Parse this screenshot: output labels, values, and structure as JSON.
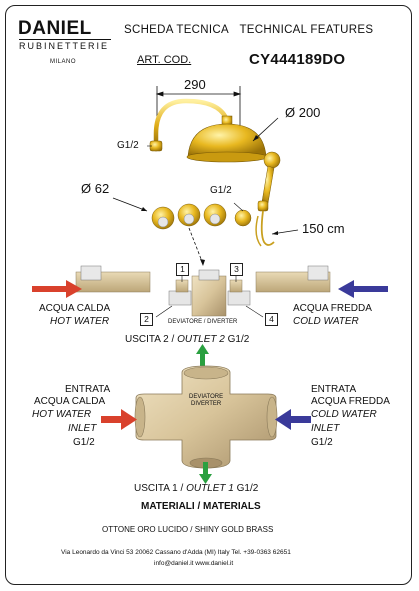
{
  "brand": {
    "name": "DANIEL",
    "sub": "RUBINETTERIE",
    "city": "MILANO"
  },
  "header": {
    "title_it": "SCHEDA TECNICA",
    "title_en": "TECHNICAL FEATURES",
    "art_label": "ART. COD.",
    "art_code": "CY444189DO"
  },
  "dims": {
    "width": "290",
    "head_diam": "Ø 200",
    "knob_diam": "Ø 62",
    "hose": "150 cm",
    "thread1": "G1/2",
    "thread2": "G1/2"
  },
  "hot_label": {
    "it": "ACQUA CALDA",
    "en": "HOT WATER"
  },
  "cold_label": {
    "it": "ACQUA FREDDA",
    "en": "COLD WATER"
  },
  "numbers": [
    "1",
    "2",
    "3",
    "4"
  ],
  "deviator_label": "DEVIATORE / DIVERTER",
  "outlet2": {
    "prefix": "USCITA 2 / ",
    "italic": "OUTLET 2",
    "suffix": "  G1/2"
  },
  "inlet_hot": {
    "l1": "ENTRATA",
    "l2": "ACQUA CALDA",
    "l3": "HOT WATER",
    "l4": "INLET",
    "l5": "G1/2"
  },
  "inlet_cold": {
    "l1": "ENTRATA",
    "l2": "ACQUA FREDDA",
    "l3": "COLD WATER",
    "l4": "INLET",
    "l5": "G1/2"
  },
  "body_label": {
    "l1": "DEVIATORE",
    "l2": "DIVERTER"
  },
  "outlet1": {
    "prefix": "USCITA 1 / ",
    "italic": "OUTLET 1",
    "suffix": "  G1/2"
  },
  "materials": {
    "title": "MATERIALI / MATERIALS",
    "value": "OTTONE ORO LUCIDO / SHINY GOLD BRASS"
  },
  "footer": {
    "address": "Via Leonardo da Vinci 53    20062 Cassano d'Adda (MI) Italy Tel. +39-0363 62651",
    "contact": "info@daniel.it              www.daniel.it"
  },
  "colors": {
    "gold": "#e8b820",
    "hot_arrow": "#d9412c",
    "cold_arrow": "#3a3a9a",
    "green_arrow": "#2aa040",
    "beige": "#d8c49a"
  }
}
